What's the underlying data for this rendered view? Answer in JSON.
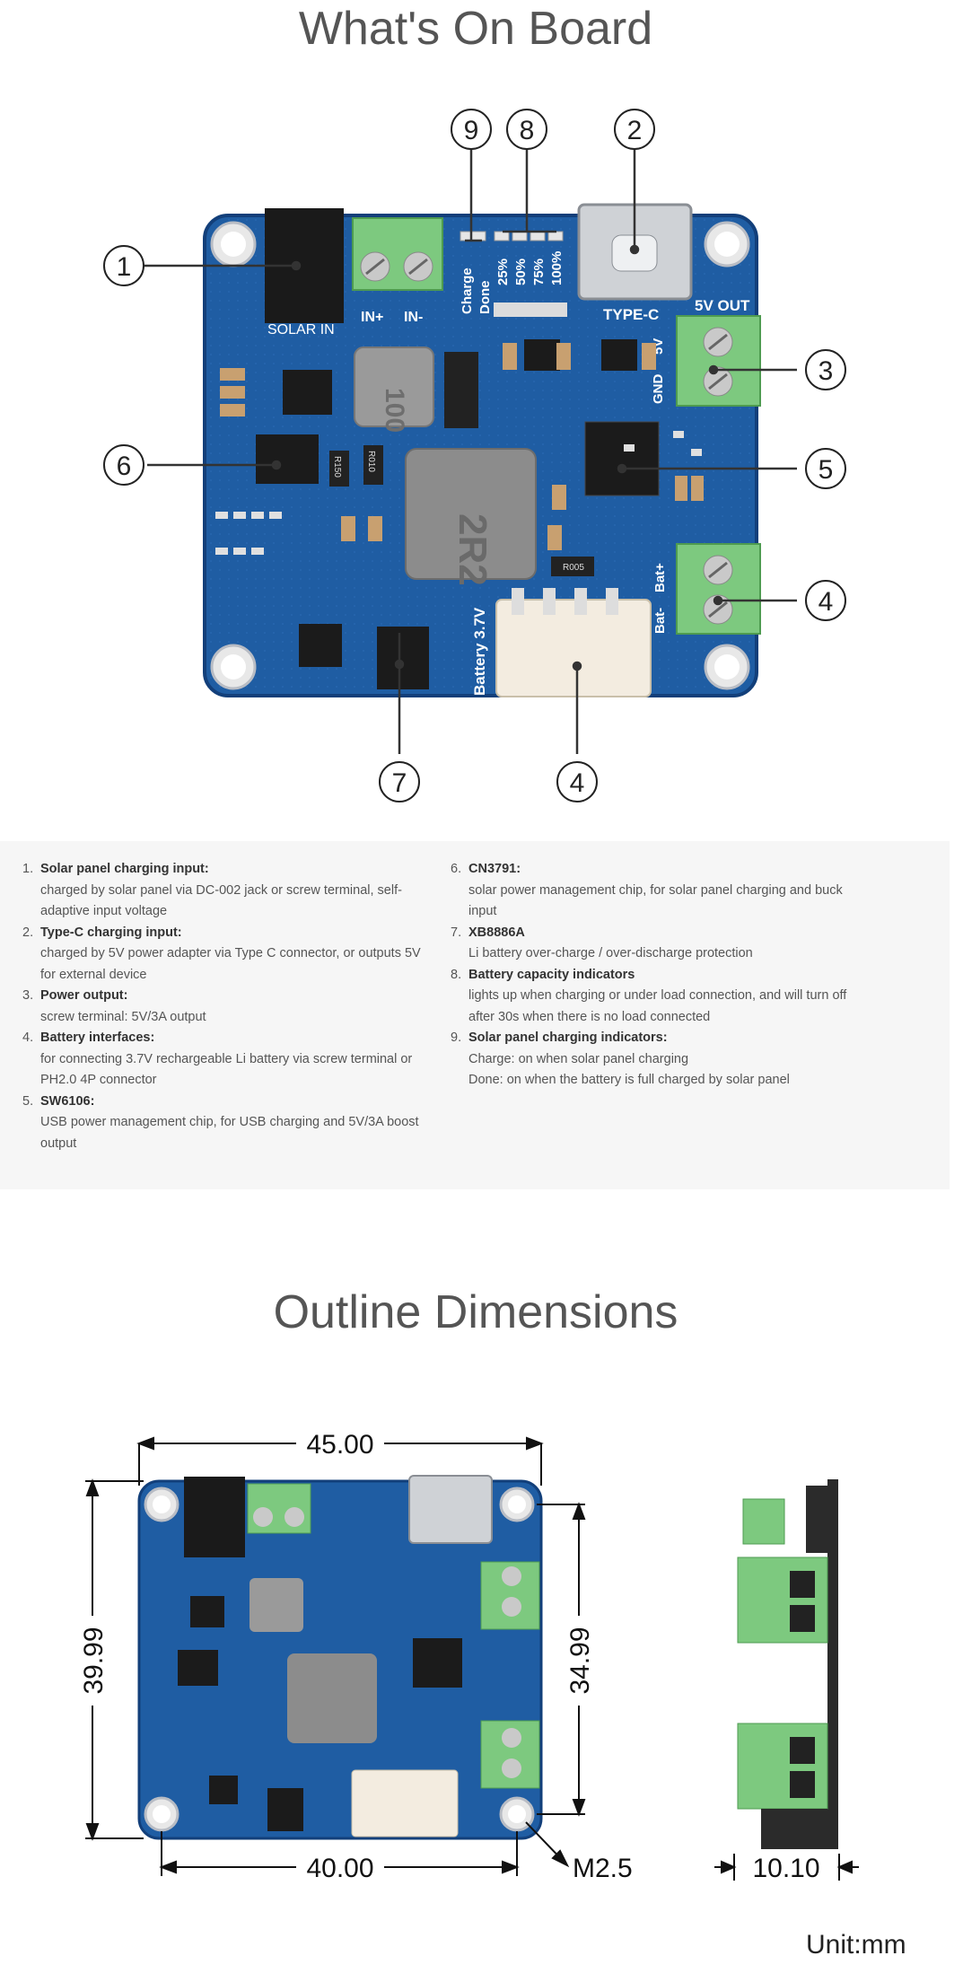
{
  "section1": {
    "title": "What's On Board"
  },
  "callouts": [
    "1",
    "2",
    "3",
    "4",
    "5",
    "6",
    "7",
    "4",
    "8",
    "9"
  ],
  "board_silk": {
    "solar_in": "SOLAR IN",
    "in_plus": "IN+",
    "in_minus": "IN-",
    "charge": "Charge",
    "done": "Done",
    "p25": "25%",
    "p50": "50%",
    "p75": "75%",
    "p100": "100%",
    "type_c": "TYPE-C",
    "out_5v": "5V OUT",
    "v5": "5V",
    "gnd": "GND",
    "bat_minus": "Bat-",
    "bat_plus": "Bat+",
    "battery": "Battery 3.7V",
    "inductor_small": "100",
    "inductor_big": "2R2",
    "r150": "R150",
    "r010": "R010",
    "r005": "R005"
  },
  "features_left": [
    {
      "num": "1.",
      "title": "Solar panel charging input:",
      "lines": [
        "charged by solar panel via DC-002 jack or screw terminal, self-",
        "adaptive input voltage"
      ]
    },
    {
      "num": "2.",
      "title": "Type-C charging input:",
      "lines": [
        "charged by 5V power adapter via Type C connector, or outputs 5V",
        "for external device"
      ]
    },
    {
      "num": "3.",
      "title": "Power output:",
      "lines": [
        "screw terminal: 5V/3A output"
      ]
    },
    {
      "num": "4.",
      "title": "Battery interfaces:",
      "lines": [
        "for connecting 3.7V rechargeable Li battery via screw terminal or",
        "PH2.0 4P connector"
      ]
    },
    {
      "num": "5.",
      "title": "SW6106:",
      "lines": [
        "USB power management chip, for USB charging and 5V/3A boost",
        "output"
      ]
    }
  ],
  "features_right": [
    {
      "num": "6.",
      "title": "CN3791:",
      "lines": [
        "solar power management chip, for solar panel charging and buck",
        "input"
      ]
    },
    {
      "num": "7.",
      "title": "XB8886A",
      "lines": [
        "Li battery over-charge / over-discharge protection"
      ]
    },
    {
      "num": "8.",
      "title": "Battery capacity indicators",
      "lines": [
        "lights up when charging or under load connection, and will turn off",
        "after 30s when there is no load connected"
      ]
    },
    {
      "num": "9.",
      "title": "Solar panel charging indicators:",
      "lines": [
        "Charge: on when solar panel charging",
        "Done: on when the battery is full charged by solar panel"
      ]
    }
  ],
  "section2": {
    "title": "Outline Dimensions"
  },
  "dimensions": {
    "top_width": "45.00",
    "bottom_width": "40.00",
    "left_height": "39.99",
    "right_height": "34.99",
    "hole": "M2.5",
    "thickness": "10.10",
    "unit": "Unit:mm"
  },
  "colors": {
    "pcb": "#1f5da3",
    "pcb_edge": "#123f7a",
    "terminal": "#7dc97f",
    "silk": "#ffffff",
    "title": "#555555"
  }
}
